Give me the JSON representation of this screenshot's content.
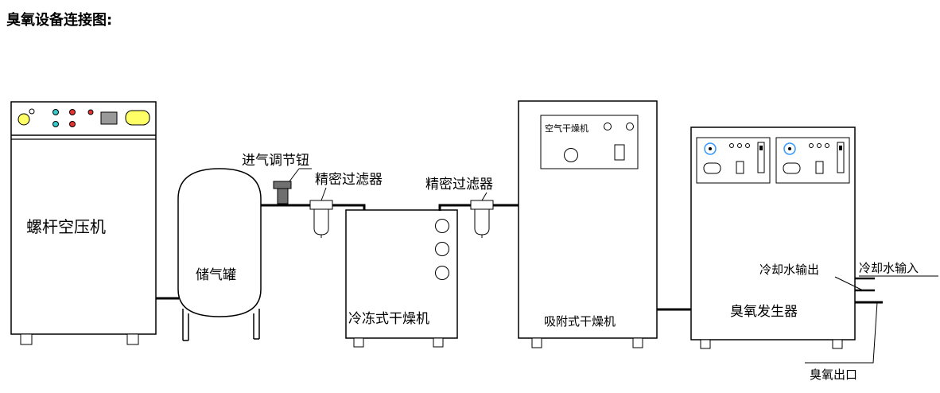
{
  "title": "臭氧设备连接图:",
  "labels": {
    "screw_compressor": "螺杆空压机",
    "air_tank": "储气罐",
    "inlet_valve": "进气调节钮",
    "precision_filter_1": "精密过滤器",
    "precision_filter_2": "精密过滤器",
    "refrigerated_dryer": "冷冻式干燥机",
    "adsorption_dryer": "吸附式干燥机",
    "air_dryer_panel": "空气干燥机",
    "ozone_generator": "臭氧发生器",
    "cooling_water_out": "冷却水输出",
    "cooling_water_in": "冷却水输入",
    "ozone_outlet": "臭氧出口"
  },
  "colors": {
    "line": "#000000",
    "panel_yellow": "#ffff66",
    "indicator_cyan": "#33cccc",
    "indicator_red": "#e53333",
    "display_gray": "#999999",
    "valve_gray": "#707070",
    "blue_dial": "#3399ff"
  }
}
